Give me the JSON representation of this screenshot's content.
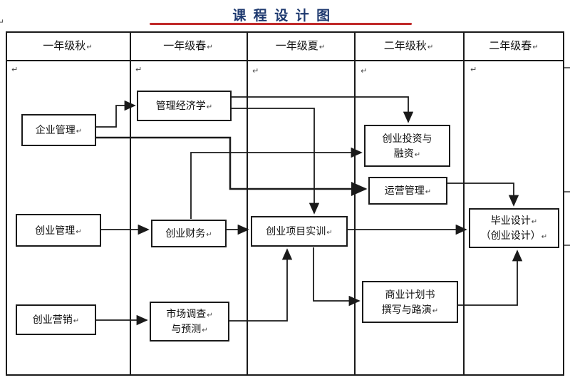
{
  "title": {
    "text": "课程设计图"
  },
  "marks": {
    "return": "↵"
  },
  "colors": {
    "title": "#1f3a70",
    "underline": "#b00000",
    "line": "#1a1a1a",
    "background": "#ffffff"
  },
  "table": {
    "headers": [
      {
        "label": "一年级秋"
      },
      {
        "label": "一年级春"
      },
      {
        "label": "一年级夏"
      },
      {
        "label": "二年级秋"
      },
      {
        "label": "二年级春"
      }
    ]
  },
  "diagram": {
    "nodes": [
      {
        "id": "enterprise-management",
        "column": "一年级秋",
        "lines": [
          {
            "text": "企业管理",
            "mark": true
          }
        ]
      },
      {
        "id": "managerial-economics",
        "column": "一年级春",
        "lines": [
          {
            "text": "管理经济学",
            "mark": true
          }
        ]
      },
      {
        "id": "entrepreneurship-management",
        "column": "一年级秋",
        "lines": [
          {
            "text": "创业管理",
            "mark": true
          }
        ]
      },
      {
        "id": "entrepreneurial-finance",
        "column": "一年级春",
        "lines": [
          {
            "text": "创业财务",
            "mark": true
          }
        ]
      },
      {
        "id": "entrepreneurship-marketing",
        "column": "一年级秋",
        "lines": [
          {
            "text": "创业营销",
            "mark": true
          }
        ]
      },
      {
        "id": "market-survey-forecast",
        "column": "一年级春",
        "lines": [
          {
            "text": "市场调查",
            "mark": true
          },
          {
            "text": "与预测",
            "mark": true
          }
        ]
      },
      {
        "id": "venture-project-training",
        "column": "一年级夏",
        "lines": [
          {
            "text": "创业项目实训",
            "mark": true
          }
        ]
      },
      {
        "id": "venture-investment-financing",
        "column": "二年级秋",
        "lines": [
          {
            "text": "创业投资与",
            "mark": false
          },
          {
            "text": "融资",
            "mark": true
          }
        ]
      },
      {
        "id": "operations-management",
        "column": "二年级秋",
        "lines": [
          {
            "text": "运营管理",
            "mark": true
          }
        ]
      },
      {
        "id": "business-plan-roadshow",
        "column": "二年级秋",
        "lines": [
          {
            "text": "商业计划书",
            "mark": false
          },
          {
            "text": "撰写与路演",
            "mark": true
          }
        ]
      },
      {
        "id": "graduation-design",
        "column": "二年级春",
        "lines": [
          {
            "text": "毕业设计",
            "mark": true
          },
          {
            "text": "（创业设计）",
            "mark": true
          }
        ]
      }
    ],
    "edges": [
      {
        "from": "企业管理",
        "to": "管理经济学"
      },
      {
        "from": "企业管理",
        "to": "运营管理"
      },
      {
        "from": "管理经济学",
        "to": "创业投资与融资"
      },
      {
        "from": "管理经济学",
        "to": "创业项目实训"
      },
      {
        "from": "创业管理",
        "to": "创业财务"
      },
      {
        "from": "创业财务",
        "to": "创业投资与融资"
      },
      {
        "from": "创业财务",
        "to": "创业项目实训"
      },
      {
        "from": "创业营销",
        "to": "市场调查与预测"
      },
      {
        "from": "市场调查与预测",
        "to": "创业项目实训"
      },
      {
        "from": "创业项目实训",
        "to": "商业计划书撰写与路演"
      },
      {
        "from": "创业项目实训",
        "to": "毕业设计（创业设计）"
      },
      {
        "from": "运营管理",
        "to": "毕业设计（创业设计）"
      },
      {
        "from": "商业计划书撰写与路演",
        "to": "毕业设计（创业设计）"
      }
    ]
  }
}
